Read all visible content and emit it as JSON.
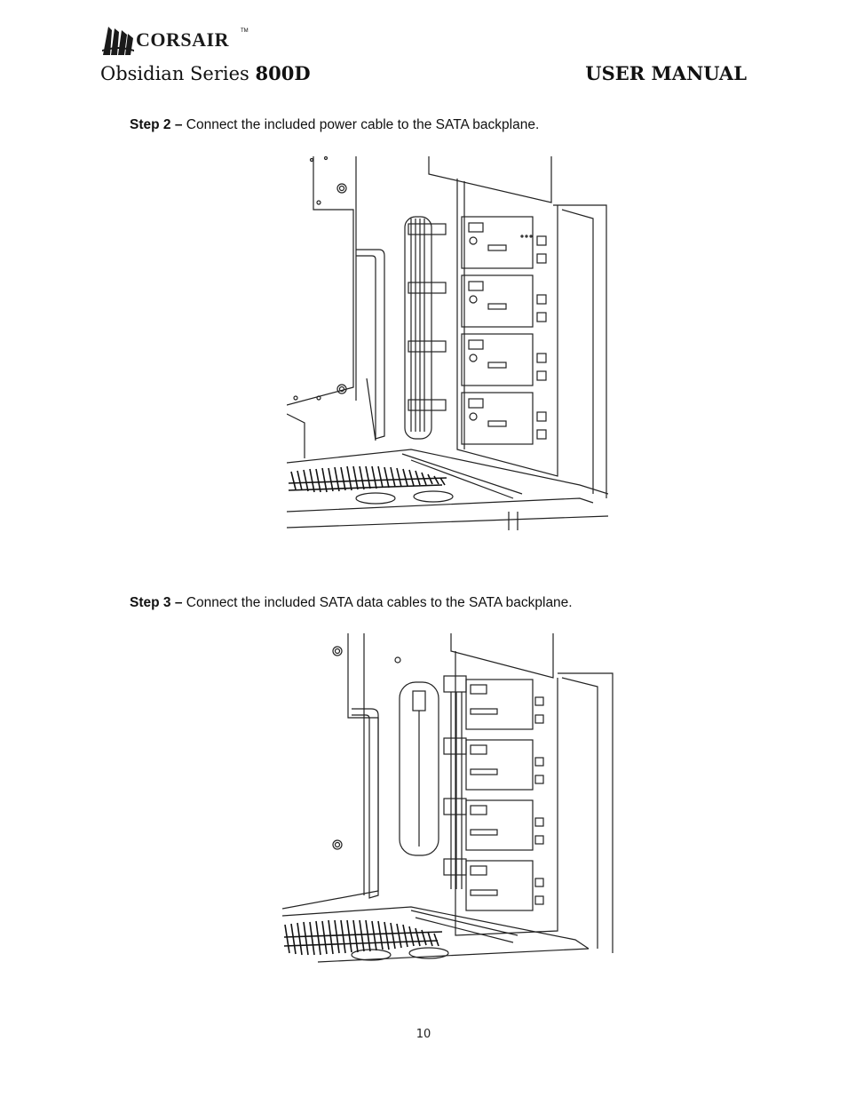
{
  "logo": {
    "brand": "CORSAIR",
    "tm": "TM",
    "icon": "corsair-sails-icon"
  },
  "header": {
    "series_prefix": "Obsidian Series ",
    "model": "800D",
    "manual": "USER MANUAL"
  },
  "steps": [
    {
      "label": "Step 2 –",
      "text": " Connect the included power cable to the SATA backplane."
    },
    {
      "label": "Step 3 –",
      "text": " Connect the included SATA data cables to the SATA backplane."
    }
  ],
  "figures": [
    {
      "icon": "sata-backplane-power-cable-illustration"
    },
    {
      "icon": "sata-backplane-data-cables-illustration"
    }
  ],
  "page_number": "10"
}
